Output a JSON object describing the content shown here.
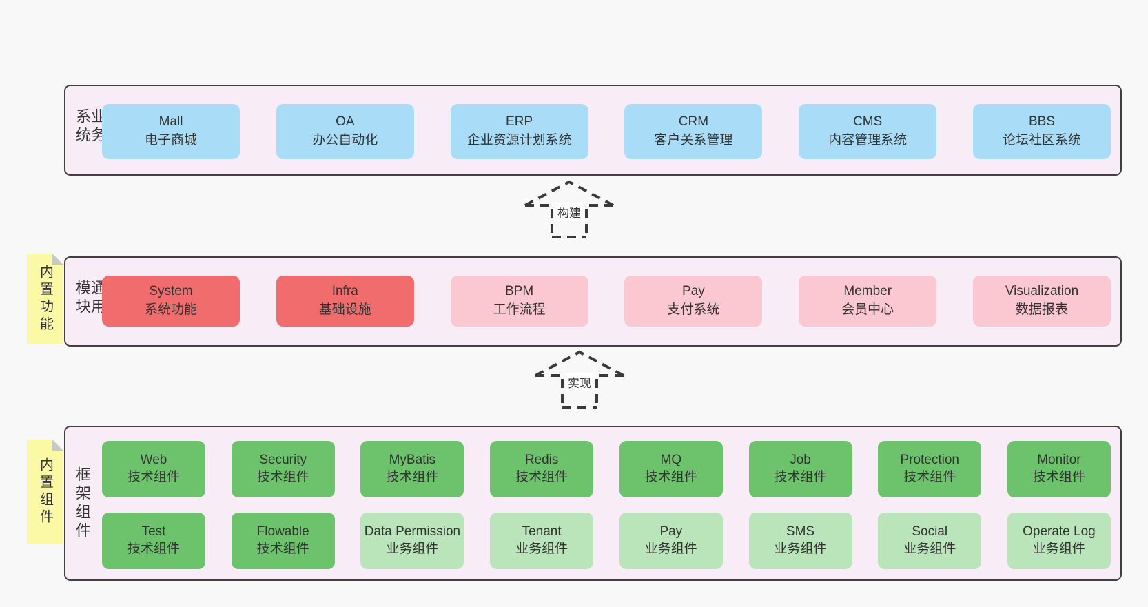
{
  "diagram": {
    "layers": [
      {
        "label": "业务系统",
        "boxes": [
          {
            "title": "Mall",
            "subtitle": "电子商城"
          },
          {
            "title": "OA",
            "subtitle": "办公自动化"
          },
          {
            "title": "ERP",
            "subtitle": "企业资源计划系统"
          },
          {
            "title": "CRM",
            "subtitle": "客户关系管理"
          },
          {
            "title": "CMS",
            "subtitle": "内容管理系统"
          },
          {
            "title": "BBS",
            "subtitle": "论坛社区系统"
          }
        ]
      },
      {
        "label": "通用模块",
        "sticky": "内置功能",
        "boxes": [
          {
            "title": "System",
            "subtitle": "系统功能"
          },
          {
            "title": "Infra",
            "subtitle": "基础设施"
          },
          {
            "title": "BPM",
            "subtitle": "工作流程"
          },
          {
            "title": "Pay",
            "subtitle": "支付系统"
          },
          {
            "title": "Member",
            "subtitle": "会员中心"
          },
          {
            "title": "Visualization",
            "subtitle": "数据报表"
          }
        ]
      },
      {
        "label": "框架组件",
        "sticky": "内置组件",
        "rows": [
          [
            {
              "title": "Web",
              "subtitle": "技术组件"
            },
            {
              "title": "Security",
              "subtitle": "技术组件"
            },
            {
              "title": "MyBatis",
              "subtitle": "技术组件"
            },
            {
              "title": "Redis",
              "subtitle": "技术组件"
            },
            {
              "title": "MQ",
              "subtitle": "技术组件"
            },
            {
              "title": "Job",
              "subtitle": "技术组件"
            },
            {
              "title": "Protection",
              "subtitle": "技术组件"
            },
            {
              "title": "Monitor",
              "subtitle": "技术组件"
            }
          ],
          [
            {
              "title": "Test",
              "subtitle": "技术组件"
            },
            {
              "title": "Flowable",
              "subtitle": "技术组件"
            },
            {
              "title": "Data Permission",
              "subtitle": "业务组件"
            },
            {
              "title": "Tenant",
              "subtitle": "业务组件"
            },
            {
              "title": "Pay",
              "subtitle": "业务组件"
            },
            {
              "title": "SMS",
              "subtitle": "业务组件"
            },
            {
              "title": "Social",
              "subtitle": "业务组件"
            },
            {
              "title": "Operate Log",
              "subtitle": "业务组件"
            }
          ]
        ]
      }
    ],
    "arrows": [
      {
        "label": "构建"
      },
      {
        "label": "实现"
      }
    ]
  },
  "colors": {
    "page_bg": "#f8f8f8",
    "panel_bg": "#f8edf7",
    "panel_border": "#404040",
    "blue_box": "#a9dcf6",
    "red_box": "#f16c6c",
    "pink_box": "#fbc7d1",
    "green_box": "#6cc36c",
    "light_green_box": "#bae5ba",
    "sticky_bg": "#fbf9a6",
    "sticky_fold": "#c8c8c8",
    "text": "#333333",
    "arrow": "#3a3a3a"
  }
}
